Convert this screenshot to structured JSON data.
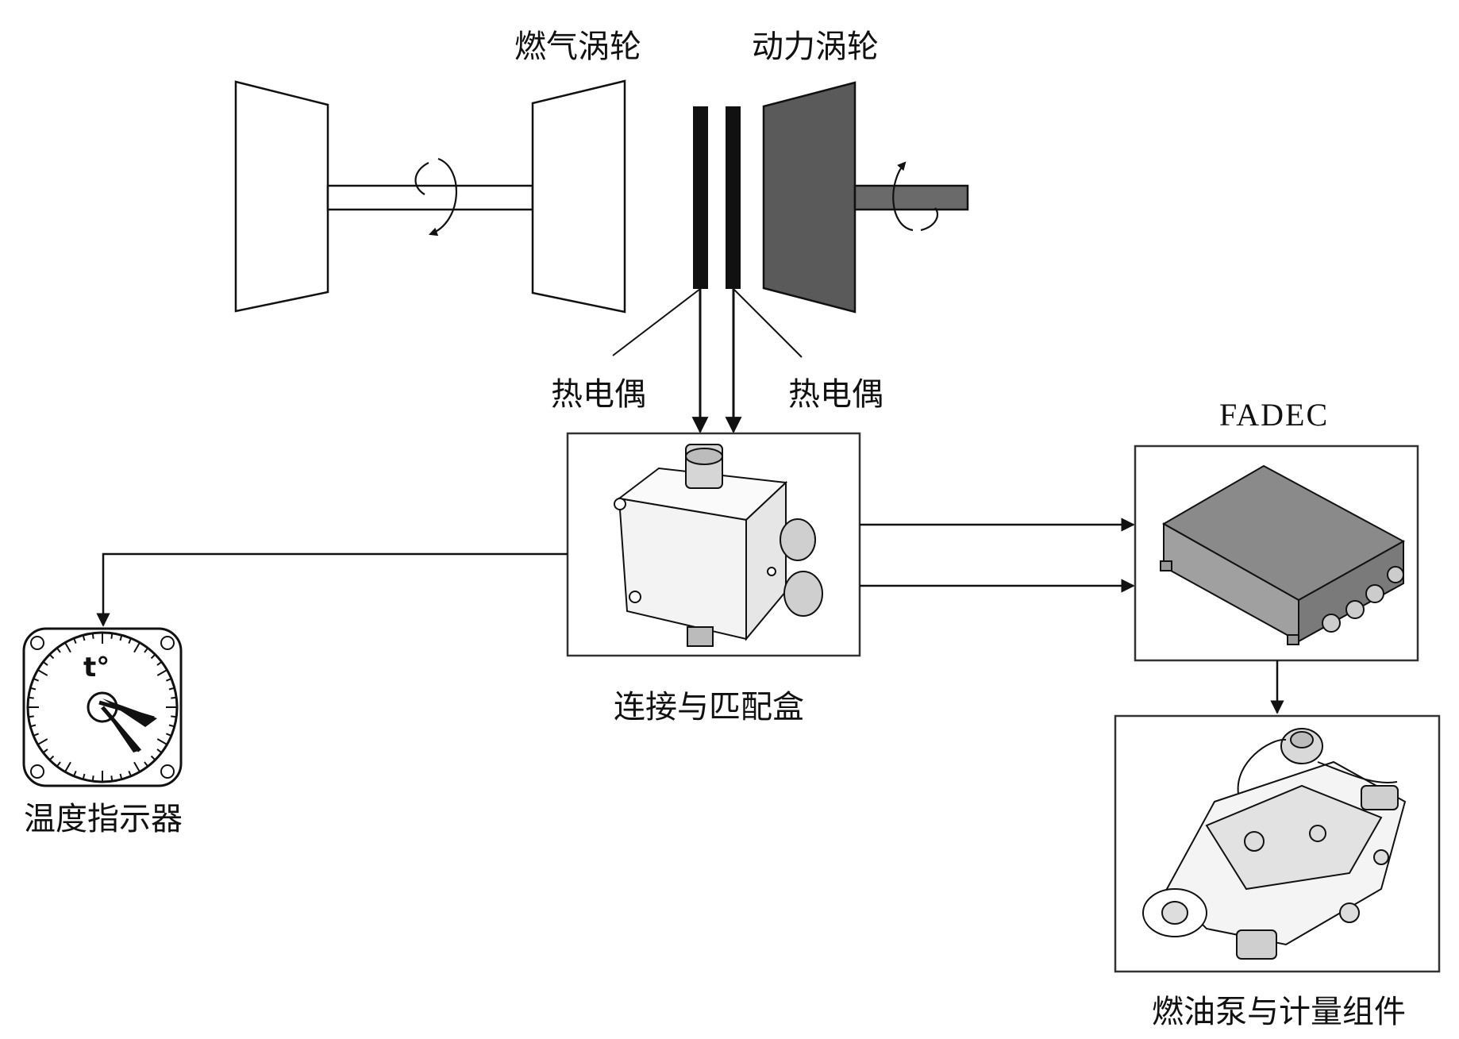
{
  "labels": {
    "gas_turbine": "燃气涡轮",
    "power_turbine": "动力涡轮",
    "thermocouple_left": "热电偶",
    "thermocouple_right": "热电偶",
    "fadec": "FADEC",
    "junction_box": "连接与匹配盒",
    "temp_indicator": "温度指示器",
    "indicator_symbol": "t°",
    "fuel_pump": "燃油泵与计量组件"
  },
  "colors": {
    "line": "#111111",
    "power_turbine_fill": "#5a5a5a",
    "box_border": "#333333",
    "device_fill": "#8a8a8a",
    "device_top": "#6d6d6d"
  },
  "icons": [
    "rotation-arrow-icon",
    "thermocouple-probe-icon",
    "junction-box-icon",
    "fadec-unit-icon",
    "fuel-pump-icon",
    "temperature-gauge-icon"
  ]
}
